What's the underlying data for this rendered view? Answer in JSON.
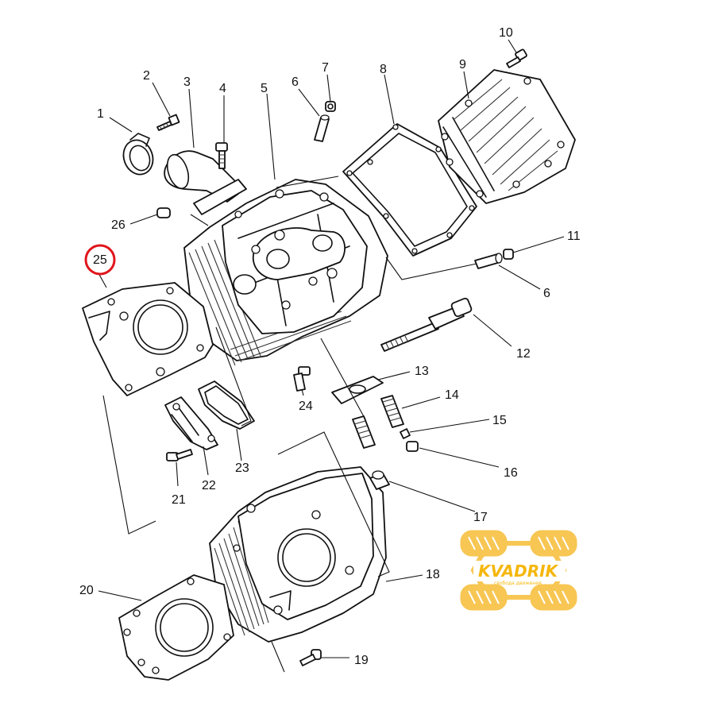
{
  "callouts": {
    "c1": "1",
    "c2": "2",
    "c3": "3",
    "c4": "4",
    "c5": "5",
    "c6a": "6",
    "c6b": "6",
    "c7": "7",
    "c8": "8",
    "c9": "9",
    "c10": "10",
    "c11": "11",
    "c12": "12",
    "c13": "13",
    "c14": "14",
    "c15": "15",
    "c16": "16",
    "c17": "17",
    "c18": "18",
    "c19": "19",
    "c20": "20",
    "c21": "21",
    "c22": "22",
    "c23": "23",
    "c24": "24",
    "c25": "25",
    "c26": "26"
  },
  "highlight": {
    "callout": "25",
    "color": "#e0151b"
  },
  "watermark": {
    "brand": "KVADRIK",
    "tagline": "свобода движения",
    "color": "#f5b400"
  },
  "icons": {
    "watermark": "atv-tires-logo-icon"
  }
}
